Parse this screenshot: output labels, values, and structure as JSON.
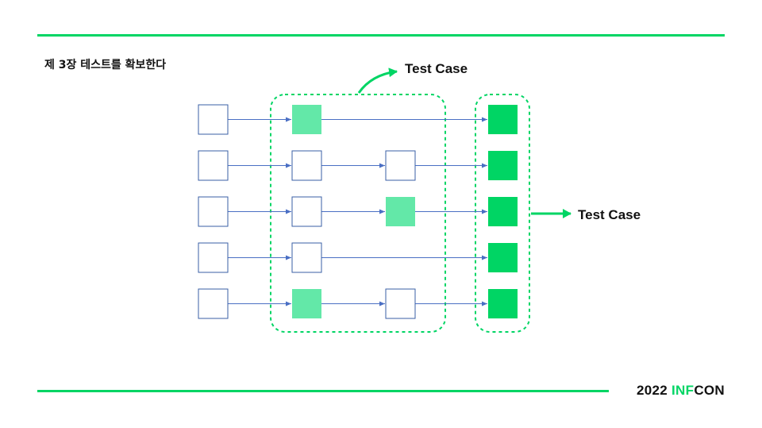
{
  "slide": {
    "title": "제 3장 테스트를 확보한다"
  },
  "labels": {
    "test_case_top": "Test Case",
    "test_case_right": "Test Case"
  },
  "footer": {
    "year": "2022 ",
    "brand_inf": "INF",
    "brand_con": "CON"
  },
  "colors": {
    "accent": "#00d564",
    "light_green": "#63e8a8",
    "box_stroke": "#3a5fa6",
    "arrow": "#4a6fc4"
  },
  "diagram": {
    "rows": [
      {
        "cells": [
          "empty",
          "light",
          "none",
          "dark"
        ]
      },
      {
        "cells": [
          "empty",
          "empty",
          "empty",
          "dark"
        ]
      },
      {
        "cells": [
          "empty",
          "empty",
          "light",
          "dark"
        ]
      },
      {
        "cells": [
          "empty",
          "empty",
          "none",
          "dark"
        ]
      },
      {
        "cells": [
          "empty",
          "light",
          "empty",
          "dark"
        ]
      }
    ]
  }
}
